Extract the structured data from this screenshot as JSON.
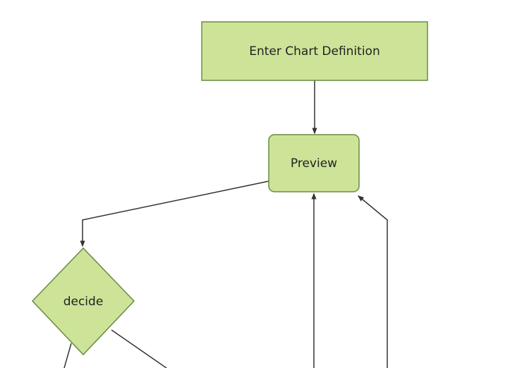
{
  "diagram": {
    "type": "flowchart",
    "direction": "top-down",
    "nodes": [
      {
        "id": "enter-chart-definition",
        "label": "Enter Chart Definition",
        "shape": "rectangle"
      },
      {
        "id": "preview",
        "label": "Preview",
        "shape": "rounded-rectangle"
      },
      {
        "id": "decide",
        "label": "decide",
        "shape": "diamond"
      }
    ],
    "edges": [
      {
        "from": "enter-chart-definition",
        "to": "preview",
        "arrow": true
      },
      {
        "from": "preview",
        "to": "decide",
        "arrow": true
      },
      {
        "from": "offscreen-bottom",
        "to": "preview",
        "arrow": true
      },
      {
        "from": "offscreen-bottom-right",
        "to": "preview",
        "arrow": true
      },
      {
        "from": "decide",
        "to": "offscreen-bottom-right",
        "arrow": false
      },
      {
        "from": "decide",
        "to": "offscreen-bottom",
        "arrow": false
      }
    ],
    "colors": {
      "background": "#ffffff",
      "node_fill": "#cde498",
      "node_border": "#688b44",
      "edge_color": "#333333",
      "text_color": "#222222"
    }
  }
}
